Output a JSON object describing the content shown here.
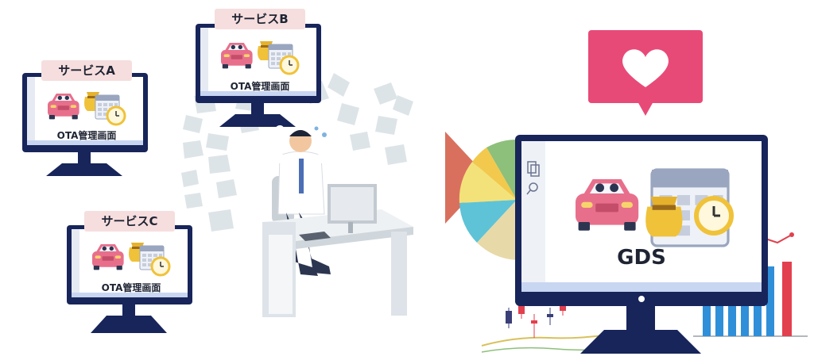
{
  "services": [
    {
      "name": "サービスA",
      "screen_label": "OTA管理画面"
    },
    {
      "name": "サービスB",
      "screen_label": "OTA管理画面"
    },
    {
      "name": "サービスC",
      "screen_label": "OTA管理画面"
    }
  ],
  "gds": {
    "screen_label": "GDS"
  },
  "colors": {
    "monitor_frame": "#17255a",
    "screen_bg": "#ffffff",
    "service_tag": "#f6dede",
    "heart_bubble": "#e84a78",
    "arrow": "#d9705e",
    "car": "#e86f8c",
    "bar_blue": "#2f8fd8",
    "bar_red": "#e2404f"
  }
}
